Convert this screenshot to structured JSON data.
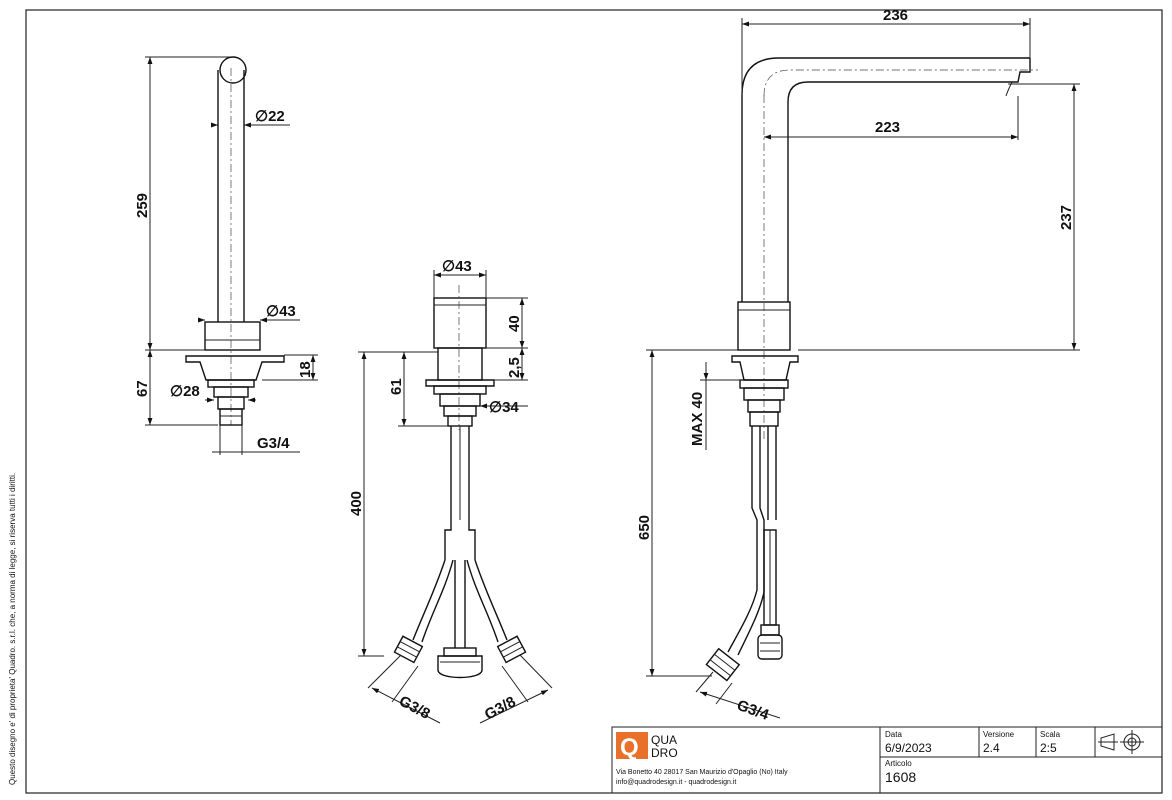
{
  "copyright": "Questo disegno e' di proprieta' Quadro. s.r.l. che, a norma di legge, si riserva tutti i diritti.",
  "views": {
    "side": {
      "d_top": "∅22",
      "height": "259",
      "d_base": "∅43",
      "base_height": "67",
      "flange": "18",
      "d_shank": "∅28",
      "thread": "G3/4"
    },
    "handle": {
      "d_top": "∅43",
      "height": "40",
      "gap": "2,5",
      "body_height": "61",
      "d_shank": "∅34",
      "hose_length": "400",
      "thread_left": "G3/8",
      "thread_right": "G3/8"
    },
    "front": {
      "reach": "236",
      "inner_reach": "223",
      "height": "237",
      "max_deck": "MAX 40",
      "hose_length": "650",
      "thread": "G3/4"
    }
  },
  "title_block": {
    "logo_q": "Q",
    "logo_top": "QUA",
    "logo_bottom": "DRO",
    "address": "Via Bonetto 40  28017 San Maurizio d'Opaglio (No) Italy",
    "contact": "info@quadrodesign.it  -  quadrodesign.it",
    "labels": {
      "date": "Data",
      "version": "Versione",
      "scale": "Scala",
      "article": "Articolo"
    },
    "values": {
      "date": "6/9/2023",
      "version": "2.4",
      "scale": "2:5",
      "article": "1608"
    },
    "brand_color": "#e8702a"
  }
}
